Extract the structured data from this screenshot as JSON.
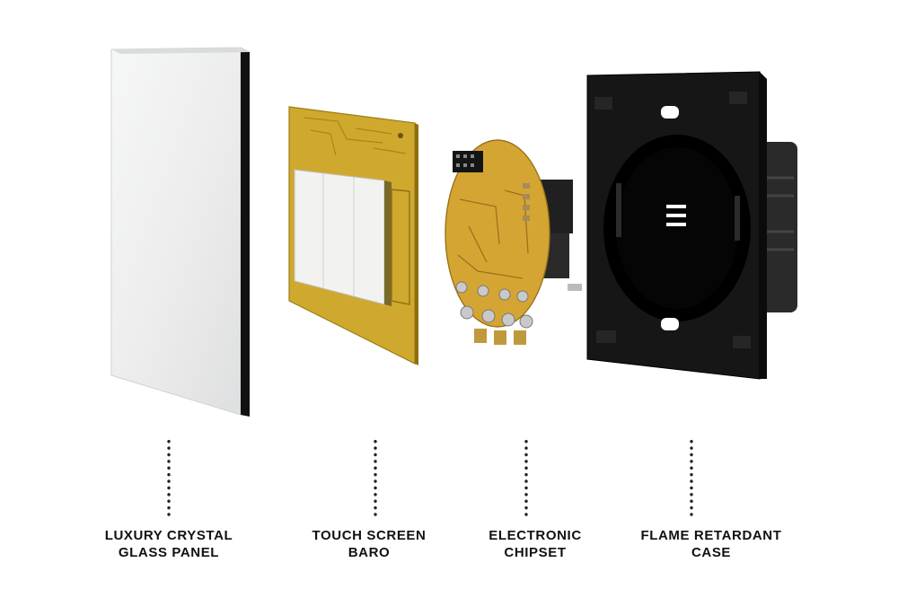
{
  "components": [
    {
      "line1": "LUXURY CRYSTAL",
      "line2": "GLASS PANEL"
    },
    {
      "line1": "TOUCH SCREEN",
      "line2": "BARO"
    },
    {
      "line1": "ELECTRONIC",
      "line2": "CHIPSET"
    },
    {
      "line1": "FLAME RETARDANT",
      "line2": "CASE"
    }
  ],
  "colors": {
    "background": "#ffffff",
    "glass": "#eef0f0",
    "pcb_yellow": "#d8b23a",
    "case_black": "#141414",
    "text": "#111111"
  }
}
